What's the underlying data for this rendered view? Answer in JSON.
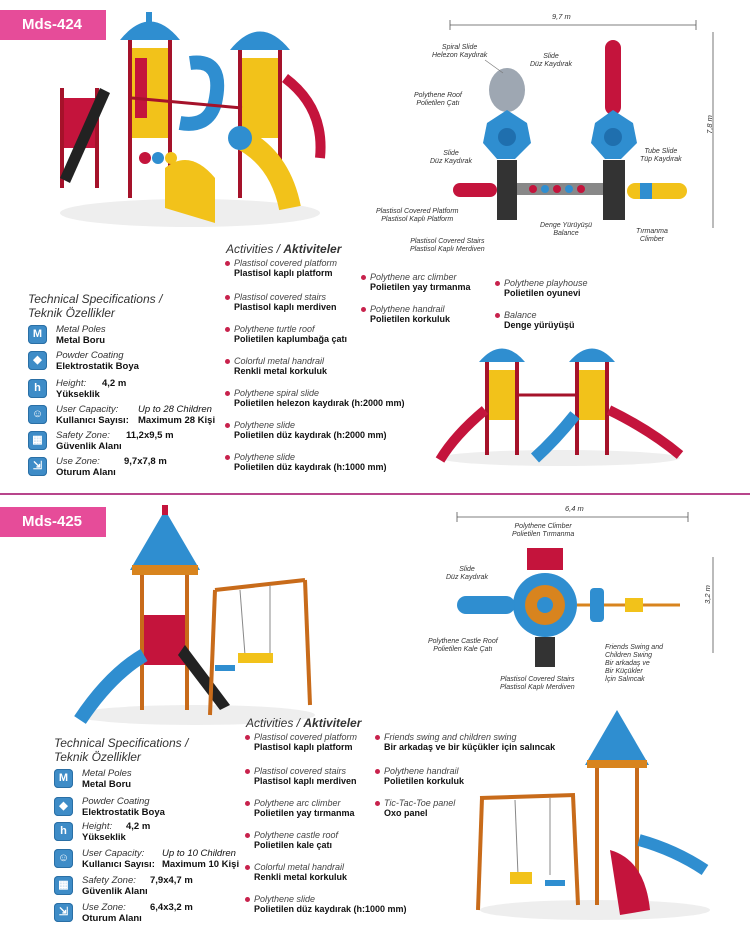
{
  "products": [
    {
      "code": "Mds-424",
      "specs_title_en": "Technical Specifications /",
      "specs_title_tr": "Teknik Özellikler",
      "specs": [
        {
          "icon": "metal-poles-icon",
          "glyph": "M",
          "en": "Metal Poles",
          "tr": "Metal Boru",
          "value_en": "",
          "value_tr": ""
        },
        {
          "icon": "powder-coating-icon",
          "glyph": "◆",
          "en": "Powder Coating",
          "tr": "Elektrostatik Boya",
          "value_en": "",
          "value_tr": ""
        },
        {
          "icon": "height-icon",
          "glyph": "h",
          "en": "Height:",
          "tr": "Yükseklik",
          "value_en": "4,2 m",
          "value_tr": ""
        },
        {
          "icon": "user-capacity-icon",
          "glyph": "☺",
          "en": "User Capacity:",
          "tr": "Kullanıcı Sayısı:",
          "value_en": "Up to 28 Children",
          "value_tr": "Maximum 28 Kişi"
        },
        {
          "icon": "safety-zone-icon",
          "glyph": "▦",
          "en": "Safety Zone:",
          "tr": "Güvenlik Alanı",
          "value_en": "11,2x9,5 m",
          "value_tr": ""
        },
        {
          "icon": "use-zone-icon",
          "glyph": "⇲",
          "en": "Use Zone:",
          "tr": "Oturum Alanı",
          "value_en": "9,7x7,8 m",
          "value_tr": ""
        }
      ],
      "activities_title_en": "Activities / ",
      "activities_title_tr": "Aktiviteler",
      "activities": [
        {
          "en": "Plastisol covered platform",
          "tr": "Plastisol kaplı platform"
        },
        {
          "en": "Plastisol covered stairs",
          "tr": "Plastisol kaplı merdiven"
        },
        {
          "en": "Polythene turtle roof",
          "tr": "Polietilen kaplumbağa çatı"
        },
        {
          "en": "Colorful metal handrail",
          "tr": "Renkli metal korkuluk"
        },
        {
          "en": "Polythene spiral slide",
          "tr": "Polietilen helezon kaydırak (h:2000 mm)"
        },
        {
          "en": "Polythene slide",
          "tr": "Polietilen düz kaydırak (h:2000 mm)"
        },
        {
          "en": "Polythene slide",
          "tr": "Polietilen düz kaydırak (h:1000 mm)"
        },
        {
          "en": "Polythene arc climber",
          "tr": "Polietilen yay tırmanma"
        },
        {
          "en": "Polythene handrail",
          "tr": "Polietilen korkuluk"
        },
        {
          "en": "Polythene playhouse",
          "tr": "Polietilen oyunevi"
        },
        {
          "en": "Balance",
          "tr": "Denge yürüyüşü"
        }
      ],
      "plan": {
        "width_label": "9,7 m",
        "height_label": "7,8 m",
        "labels": [
          "Spiral Slide\nHelezon Kaydırak",
          "Slide\nDüz Kaydırak",
          "Polythene Roof\nPolietilen Çatı",
          "Slide\nDüz Kaydırak",
          "Tube Slide\nTüp Kaydırak",
          "Plastisol Covered Platform\nPlastisol Kaplı Platform",
          "Denge Yürüyüşü\nBalance",
          "Tırmanma\nClimber",
          "Plastisol Covered Stairs\nPlastisol Kaplı Merdiven"
        ]
      }
    },
    {
      "code": "Mds-425",
      "specs_title_en": "Technical Specifications /",
      "specs_title_tr": "Teknik Özellikler",
      "specs": [
        {
          "icon": "metal-poles-icon",
          "glyph": "M",
          "en": "Metal Poles",
          "tr": "Metal Boru",
          "value_en": "",
          "value_tr": ""
        },
        {
          "icon": "powder-coating-icon",
          "glyph": "◆",
          "en": "Powder Coating",
          "tr": "Elektrostatik Boya",
          "value_en": "",
          "value_tr": ""
        },
        {
          "icon": "height-icon",
          "glyph": "h",
          "en": "Height:",
          "tr": "Yükseklik",
          "value_en": "4,2 m",
          "value_tr": ""
        },
        {
          "icon": "user-capacity-icon",
          "glyph": "☺",
          "en": "User Capacity:",
          "tr": "Kullanıcı Sayısı:",
          "value_en": "Up to 10 Children",
          "value_tr": "Maximum 10 Kişi"
        },
        {
          "icon": "safety-zone-icon",
          "glyph": "▦",
          "en": "Safety Zone:",
          "tr": "Güvenlik Alanı",
          "value_en": "7,9x4,7 m",
          "value_tr": ""
        },
        {
          "icon": "use-zone-icon",
          "glyph": "⇲",
          "en": "Use Zone:",
          "tr": "Oturum Alanı",
          "value_en": "6,4x3,2 m",
          "value_tr": ""
        }
      ],
      "activities_title_en": "Activities / ",
      "activities_title_tr": "Aktiviteler",
      "activities": [
        {
          "en": "Plastisol covered platform",
          "tr": "Plastisol kaplı platform"
        },
        {
          "en": "Plastisol covered stairs",
          "tr": "Plastisol kaplı merdiven"
        },
        {
          "en": "Polythene arc climber",
          "tr": "Polietilen yay tırmanma"
        },
        {
          "en": "Polythene castle roof",
          "tr": "Polietilen kale çatı"
        },
        {
          "en": "Colorful metal handrail",
          "tr": "Renkli metal korkuluk"
        },
        {
          "en": "Polythene slide",
          "tr": "Polietilen düz kaydırak (h:1000 mm)"
        },
        {
          "en": "Friends swing and children swing",
          "tr": "Bir arkadaş ve bir küçükler için salıncak"
        },
        {
          "en": "Polythene handrail",
          "tr": "Polietilen korkuluk"
        },
        {
          "en": "Tic-Tac-Toe panel",
          "tr": "Oxo panel"
        }
      ],
      "plan": {
        "width_label": "6,4 m",
        "height_label": "3,2 m",
        "labels": [
          "Polythene Climber\nPolietilen Tırmanma",
          "Slide\nDüz Kaydırak",
          "Polythene Castle Roof\nPolietilen Kale Çatı",
          "Friends Swing and\nChildren Swing\nBir arkadaş ve\nBir Küçükler\nİçin Salıncak",
          "Plastisol Covered Stairs\nPlastisol Kaplı Merdiven"
        ]
      }
    }
  ],
  "colors": {
    "badge": "#e64c99",
    "divider": "#b8458c",
    "bullet": "#c8224c",
    "icon": "#3e8cc7"
  }
}
